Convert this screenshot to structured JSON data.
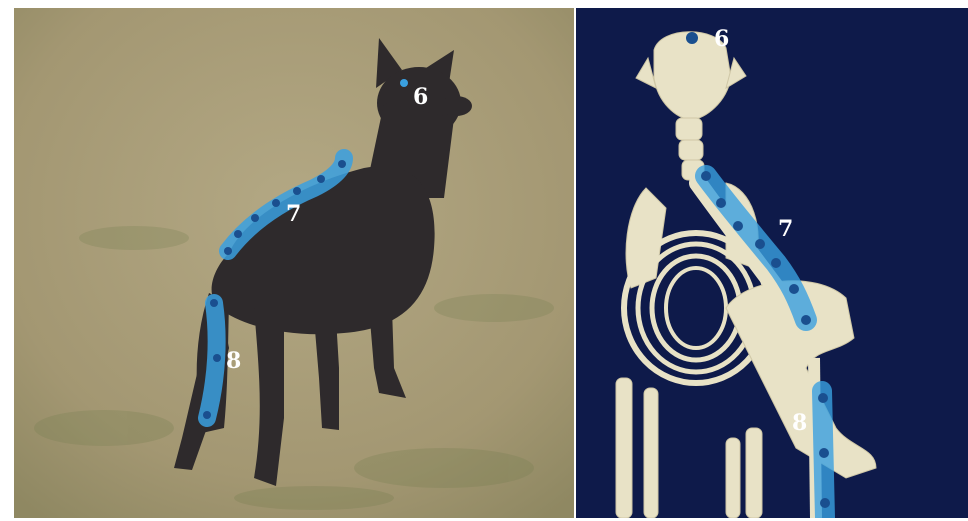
{
  "photo_panel": {
    "labels": {
      "head": "6",
      "spine": "7",
      "tail": "8"
    }
  },
  "skeleton_panel": {
    "labels": {
      "head": "6",
      "spine": "7",
      "tail": "8"
    }
  },
  "colors": {
    "highlight": "#3aa0e0",
    "marker": "#1a4f8f",
    "skeleton_bg": "#0e1a4a",
    "bone": "#e8e2c6",
    "dog": "#2e2a2c",
    "grass": "#a59a74"
  }
}
